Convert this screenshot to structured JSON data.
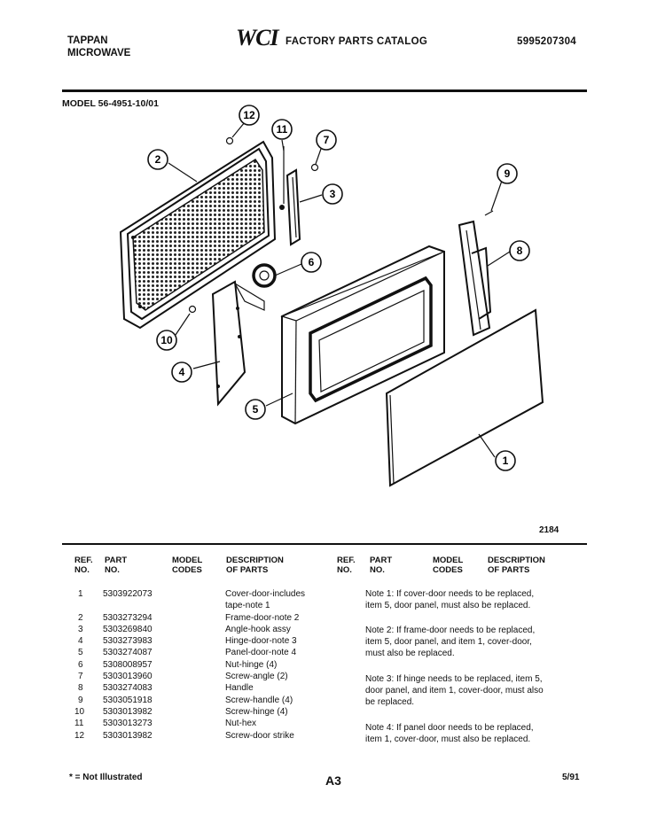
{
  "header": {
    "brand_line1": "TAPPAN",
    "brand_line2": "MICROWAVE",
    "logo": "WCI",
    "catalog_title": "FACTORY PARTS CATALOG",
    "catalog_number": "5995207304"
  },
  "model_label": "MODEL 56-4951-10/01",
  "diagram": {
    "figure_number": "2184",
    "callouts": [
      "1",
      "2",
      "3",
      "4",
      "5",
      "6",
      "7",
      "8",
      "9",
      "10",
      "11",
      "12"
    ]
  },
  "table": {
    "headers": {
      "ref": [
        "REF.",
        "NO."
      ],
      "part": [
        "PART",
        "NO."
      ],
      "model": [
        "MODEL",
        "CODES"
      ],
      "desc": [
        "DESCRIPTION",
        "OF PARTS"
      ]
    },
    "rows": [
      {
        "ref": "1",
        "part": "5303922073",
        "desc": "Cover-door-includes"
      },
      {
        "ref": "",
        "part": "",
        "desc": "tape-note 1"
      },
      {
        "ref": "2",
        "part": "5303273294",
        "desc": "Frame-door-note 2"
      },
      {
        "ref": "3",
        "part": "5303269840",
        "desc": "Angle-hook assy"
      },
      {
        "ref": "4",
        "part": "5303273983",
        "desc": "Hinge-door-note 3"
      },
      {
        "ref": "5",
        "part": "5303274087",
        "desc": "Panel-door-note 4"
      },
      {
        "ref": "6",
        "part": "5308008957",
        "desc": "Nut-hinge (4)"
      },
      {
        "ref": "7",
        "part": "5303013960",
        "desc": "Screw-angle (2)"
      },
      {
        "ref": "8",
        "part": "5303274083",
        "desc": "Handle"
      },
      {
        "ref": "9",
        "part": "5303051918",
        "desc": "Screw-handle (4)"
      },
      {
        "ref": "10",
        "part": "5303013982",
        "desc": "Screw-hinge (4)"
      },
      {
        "ref": "11",
        "part": "5303013273",
        "desc": "Nut-hex"
      },
      {
        "ref": "12",
        "part": "5303013982",
        "desc": "Screw-door strike"
      }
    ],
    "notes": [
      {
        "lines": [
          "Note 1:  If cover-door needs to be replaced,",
          "item 5, door panel, must also be replaced."
        ]
      },
      {
        "lines": [
          "Note 2:  If frame-door needs to be replaced,",
          "item 5, door panel, and item 1, cover-door,",
          "must also be replaced."
        ]
      },
      {
        "lines": [
          "Note 3:  If hinge needs to be replaced, item 5,",
          "door panel, and item 1, cover-door, must also",
          "be replaced."
        ]
      },
      {
        "lines": [
          "Note 4:  If panel door needs to be replaced,",
          "item 1, cover-door, must also be replaced."
        ]
      }
    ]
  },
  "footer": {
    "legend": "* = Not Illustrated",
    "page": "A3",
    "date": "5/91"
  }
}
